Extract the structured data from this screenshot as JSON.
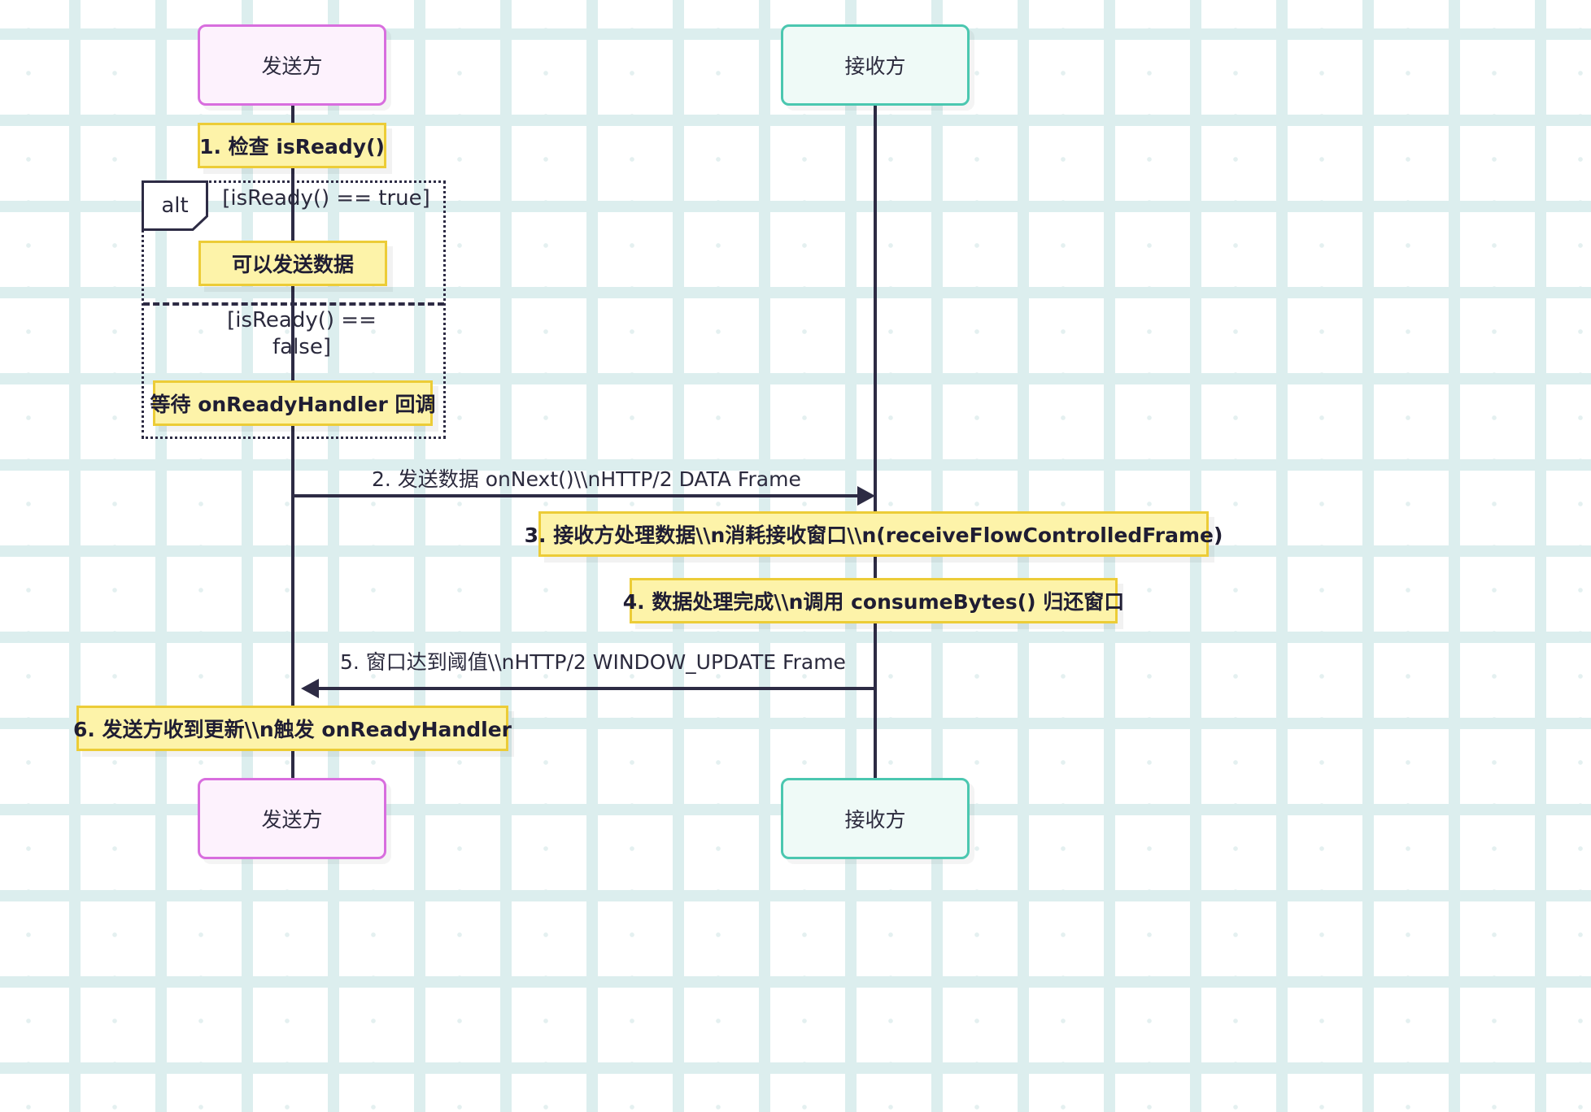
{
  "diagram": {
    "type": "sequence-diagram",
    "colors": {
      "sender_fill": "#fdf2fd",
      "sender_stroke": "#d86ede",
      "receiver_fill": "#effaf7",
      "receiver_stroke": "#4bc7b0",
      "note_fill": "#fdf3a9",
      "note_stroke": "#eccc37",
      "line": "#2d2b44",
      "text": "#2b2a3d",
      "background": "#ffffff",
      "pattern": "#dceeee"
    },
    "participants": [
      {
        "id": "sender",
        "label": "发送方"
      },
      {
        "id": "receiver",
        "label": "接收方"
      }
    ],
    "participants_bottom": [
      {
        "id": "sender",
        "label": "发送方"
      },
      {
        "id": "receiver",
        "label": "接收方"
      }
    ],
    "fragment": {
      "kind": "alt",
      "label": "alt",
      "branches": [
        {
          "condition": "[isReady() == true]",
          "note": "可以发送数据"
        },
        {
          "condition": "[isReady() ==\nfalse]",
          "condition_line1": "[isReady() ==",
          "condition_line2": "false]",
          "note": "等待 onReadyHandler 回调"
        }
      ]
    },
    "notes": [
      {
        "id": "note-1",
        "text": "1. 检查 isReady()",
        "over": "sender"
      },
      {
        "id": "note-alt-true",
        "text": "可以发送数据",
        "over": "sender"
      },
      {
        "id": "note-alt-false",
        "text": "等待 onReadyHandler 回调",
        "over": "sender"
      },
      {
        "id": "note-3",
        "text": "3. 接收方处理数据\\\\n消耗接收窗口\\\\n(receiveFlowControlledFrame)",
        "over": "receiver"
      },
      {
        "id": "note-4",
        "text": "4. 数据处理完成\\\\n调用 consumeBytes() 归还窗口",
        "over": "receiver"
      },
      {
        "id": "note-6",
        "text": "6. 发送方收到更新\\\\n触发 onReadyHandler",
        "over": "sender"
      }
    ],
    "messages": [
      {
        "id": "msg-2",
        "label": "2. 发送数据 onNext()\\\\nHTTP/2 DATA Frame",
        "from": "sender",
        "to": "receiver",
        "direction": "right"
      },
      {
        "id": "msg-5",
        "label": "5. 窗口达到阈值\\\\nHTTP/2 WINDOW_UPDATE Frame",
        "from": "receiver",
        "to": "sender",
        "direction": "left"
      }
    ]
  }
}
